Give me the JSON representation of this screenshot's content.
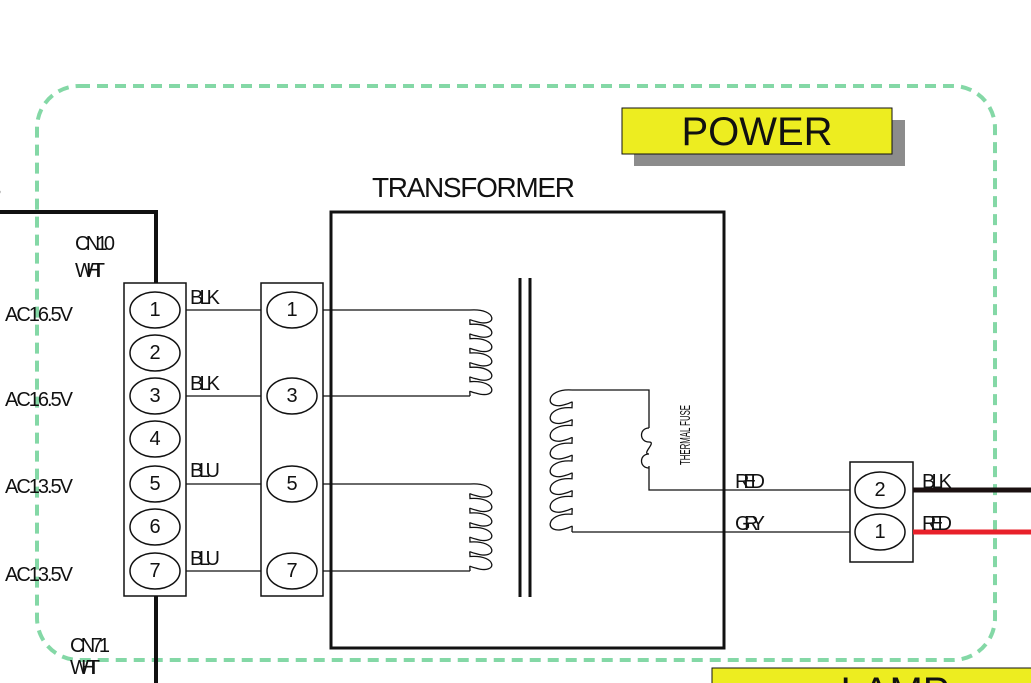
{
  "section_title": "POWER",
  "next_section_title": "LAMP",
  "clipped_left_char": "B",
  "transformer_label": "TRANSFORMER",
  "thermal_fuse_label": "THERMAL FUSE",
  "colors": {
    "boundary": "#84d8a6",
    "title_fill": "#eded20",
    "title_shadow": "#8c8c8c",
    "wire_black": "#1a1010",
    "wire_red": "#e8202a"
  },
  "cn10": {
    "name": "CN10",
    "color": "WHT",
    "pins": [
      "1",
      "2",
      "3",
      "4",
      "5",
      "6",
      "7"
    ]
  },
  "cn71": {
    "name": "CN71",
    "color": "WHT"
  },
  "voltages": [
    "AC16.5V",
    "AC16.5V",
    "AC13.5V",
    "AC13.5V"
  ],
  "primary_wires": [
    "BLK",
    "BLK",
    "BLU",
    "BLU"
  ],
  "transformer_pins": [
    "1",
    "3",
    "5",
    "7"
  ],
  "secondary_wires": [
    "RED",
    "GRY"
  ],
  "output_connector": {
    "pins": [
      "2",
      "1"
    ],
    "wires": [
      "BLK",
      "RED"
    ]
  }
}
